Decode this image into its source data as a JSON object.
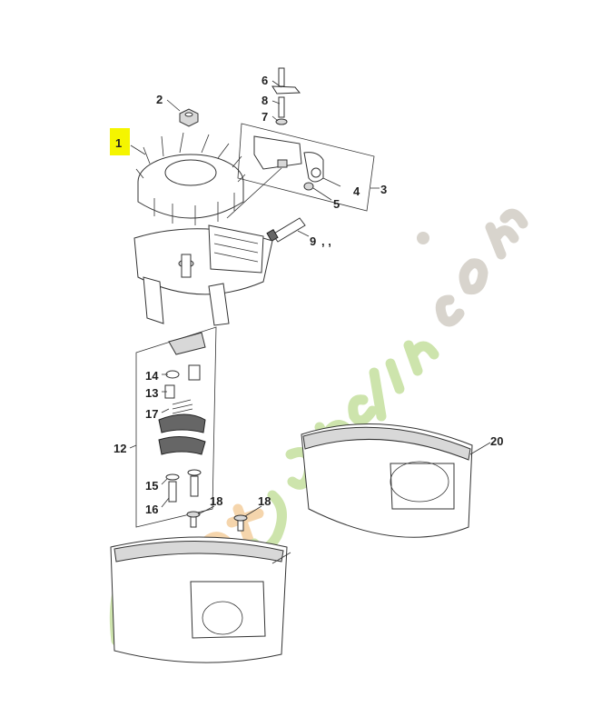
{
  "diagram": {
    "highlight_color": "#f5f500",
    "highlighted_label": "1",
    "labels": {
      "l1": "1",
      "l2": "2",
      "l3": "3",
      "l4": "4",
      "l5": "5",
      "l6": "6",
      "l7": "7",
      "l8": "8",
      "l9": "9",
      "l9_suffix": ",   ,",
      "l12": "12",
      "l13": "13",
      "l14": "14",
      "l15": "15",
      "l16": "16",
      "l17": "17",
      "l18a": "18",
      "l18b": "18",
      "l20": "20"
    },
    "watermark": {
      "text": "Pièces et jardin.com",
      "color_green": "#b9d98a",
      "color_orange": "#f2c48a",
      "color_grey": "#c8c2b8"
    }
  }
}
